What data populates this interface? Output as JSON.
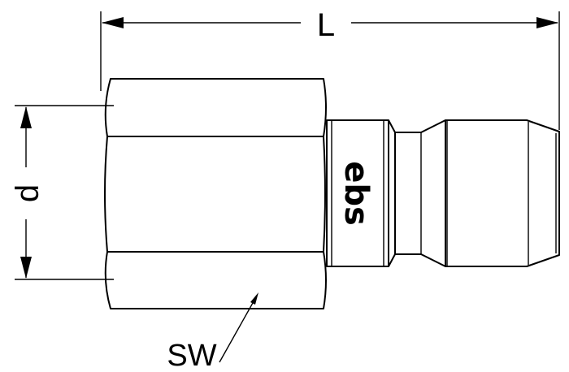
{
  "drawing": {
    "length_label": "L",
    "diameter_label": "d",
    "wrench_label": "SW",
    "brand_text": "ebs"
  }
}
